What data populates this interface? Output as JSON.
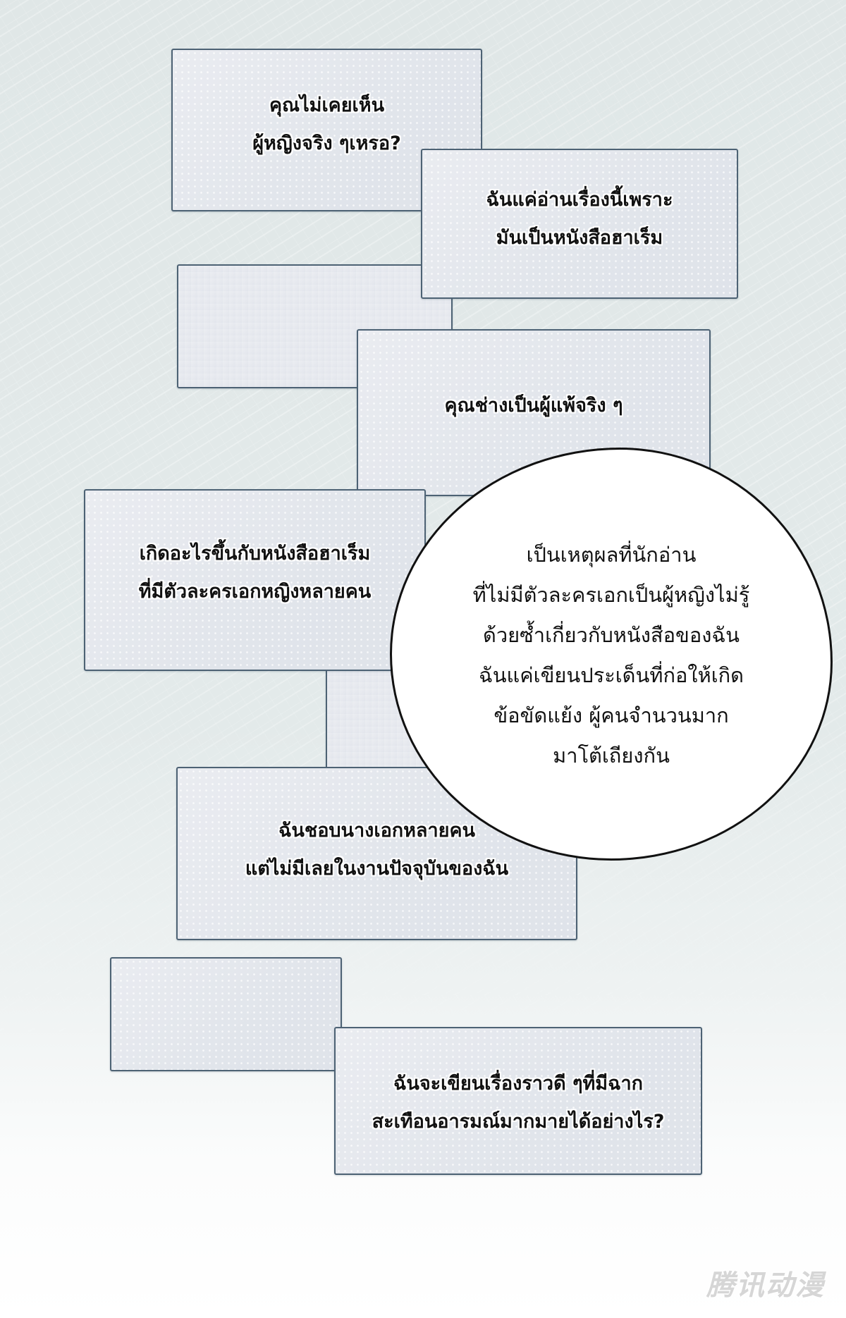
{
  "page": {
    "background_top": "#e0e7e7",
    "background_bottom": "#ffffff",
    "panel_border": "#4d6274",
    "panel_fill": "#e3e6ec"
  },
  "captions": [
    {
      "id": "box1",
      "lines": [
        "คุณไม่เคยเห็น",
        "ผู้หญิงจริง ๆเหรอ?"
      ]
    },
    {
      "id": "box2",
      "lines": [
        "ฉันแค่อ่านเรื่องนี้เพราะ",
        "มันเป็นหนังสือฮาเร็ม"
      ]
    },
    {
      "id": "box3",
      "lines": []
    },
    {
      "id": "box4",
      "lines": [
        "คุณช่างเป็นผู้แพ้จริง ๆ"
      ]
    },
    {
      "id": "box5",
      "lines": [
        "เกิดอะไรขึ้นกับหนังสือฮาเร็ม",
        "ที่มีตัวละครเอกหญิงหลายคน"
      ]
    },
    {
      "id": "box6",
      "lines": []
    },
    {
      "id": "box7",
      "lines": [
        "ฉันชอบนางเอกหลายคน",
        "แต่ไม่มีเลยในงานปัจจุบันของฉัน"
      ]
    },
    {
      "id": "box8",
      "lines": []
    },
    {
      "id": "box9",
      "lines": [
        "ฉันจะเขียนเรื่องราวดี ๆที่มีฉาก",
        "สะเทือนอารมณ์มากมายได้อย่างไร?"
      ]
    }
  ],
  "speech_bubble": {
    "lines": [
      "เป็นเหตุผลที่นักอ่าน",
      "ที่ไม่มีตัวละครเอกเป็นผู้หญิงไม่รู้",
      "ด้วยซ้ำเกี่ยวกับหนังสือของฉัน",
      "ฉันแค่เขียนประเด็นที่ก่อให้เกิด",
      "ข้อขัดแย้ง ผู้คนจำนวนมาก",
      "มาโต้เถียงกัน"
    ]
  },
  "watermark": {
    "text": "腾讯动漫"
  }
}
